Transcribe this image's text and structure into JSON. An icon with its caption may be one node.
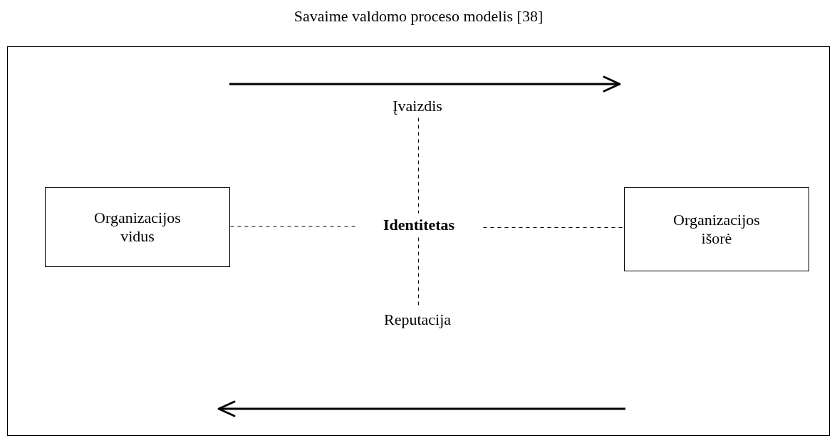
{
  "diagram": {
    "title": "Savaime valdomo proceso modelis [38]",
    "nodes": [
      {
        "text": [],
        "shape": "box"
      },
      {
        "text": [
          "Organizacijos vidus"
        ],
        "in": 0
      },
      {
        "text": [
          "Identitetas"
        ],
        "in": 0
      },
      {
        "text": [
          "Organizacijos išorė"
        ],
        "in": 0
      },
      {
        "text": [
          "Įvaizdis"
        ],
        "in": 0
      },
      {
        "text": [
          "Reputacija"
        ],
        "in": 0
      }
    ],
    "edges": [
      {
        "from": 1,
        "to": 2,
        "arrow": "none",
        "style": "dashed"
      },
      {
        "from": 2,
        "to": 3,
        "arrow": "none",
        "style": "dashed"
      },
      {
        "from": 4,
        "to": 2,
        "arrow": "none",
        "style": "dashed"
      },
      {
        "from": 2,
        "to": 5,
        "arrow": "none",
        "style": "dashed"
      }
    ]
  }
}
